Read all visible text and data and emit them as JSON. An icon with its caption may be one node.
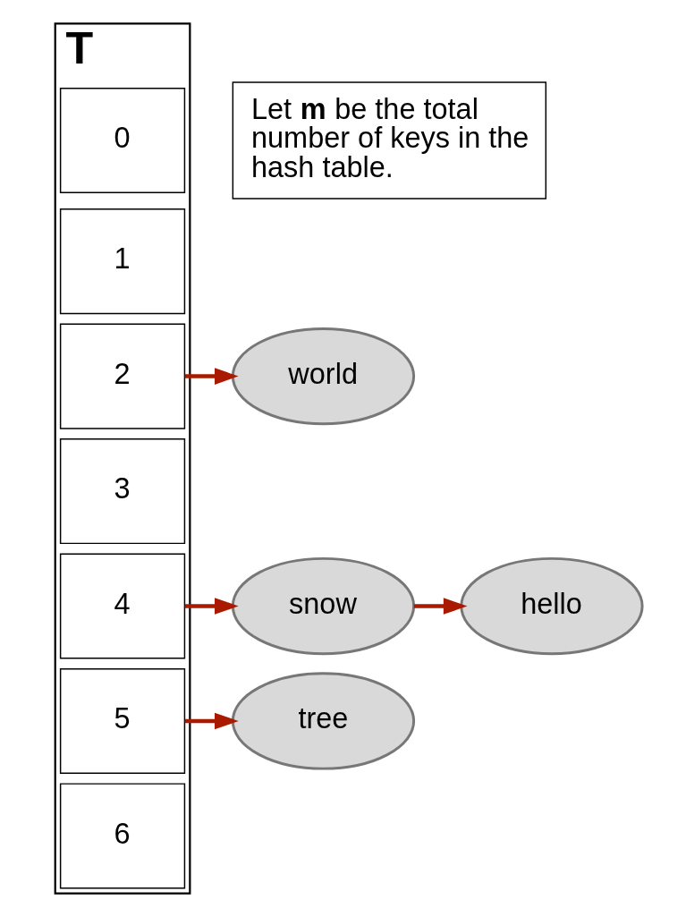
{
  "diagram": {
    "nodes": [
      {
        "text": [
          "Let **m** be the total number of keys in the hash table."
        ]
      },
      {
        "text": [
          "T"
        ]
      },
      {
        "text": [
          "0"
        ],
        "in": 1
      },
      {
        "text": [
          "1"
        ],
        "in": 1
      },
      {
        "text": [
          "2"
        ],
        "in": 1
      },
      {
        "text": [
          "3"
        ],
        "in": 1
      },
      {
        "text": [
          "4"
        ],
        "in": 1
      },
      {
        "text": [
          "5"
        ],
        "in": 1
      },
      {
        "text": [
          "6"
        ],
        "in": 1
      },
      {
        "text": [
          "world"
        ]
      },
      {
        "text": [
          "snow"
        ]
      },
      {
        "text": [
          "hello"
        ]
      },
      {
        "text": [
          "tree"
        ]
      }
    ],
    "edges": [
      {
        "from": 4,
        "to": 9,
        "arrow": "to"
      },
      {
        "from": 6,
        "to": 10,
        "arrow": "to"
      },
      {
        "from": 10,
        "to": 11,
        "arrow": "to"
      },
      {
        "from": 7,
        "to": 12,
        "arrow": "to"
      }
    ]
  }
}
